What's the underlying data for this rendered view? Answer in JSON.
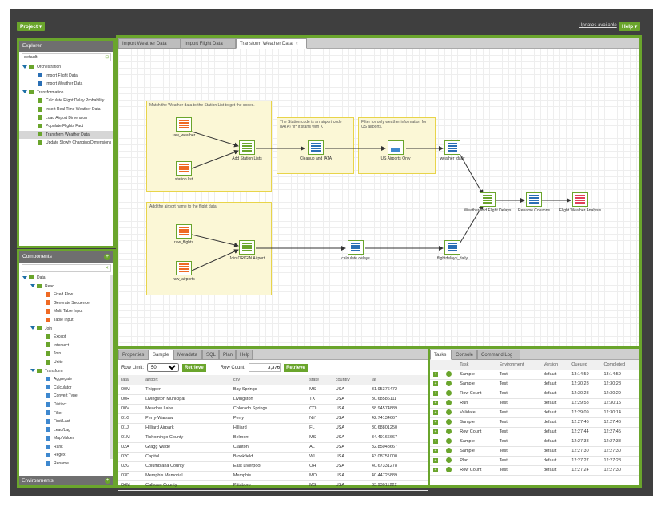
{
  "header": {
    "project": "Project ▾",
    "updates": "Updates available",
    "help": "Help ▾"
  },
  "explorer": {
    "title": "Explorer",
    "filter": "default",
    "items": [
      {
        "label": "Orchestration",
        "depth": 0,
        "kind": "folder"
      },
      {
        "label": "Import Flight Data",
        "depth": 1,
        "kind": "blue"
      },
      {
        "label": "Import Weather Data",
        "depth": 1,
        "kind": "blue"
      },
      {
        "label": "Transformation",
        "depth": 0,
        "kind": "folder"
      },
      {
        "label": "Calculate Flight Delay Probability",
        "depth": 1,
        "kind": "green"
      },
      {
        "label": "Insert Real Time Weather Data",
        "depth": 1,
        "kind": "green"
      },
      {
        "label": "Load Airport Dimension",
        "depth": 1,
        "kind": "green"
      },
      {
        "label": "Populate Flights Fact",
        "depth": 1,
        "kind": "green"
      },
      {
        "label": "Transform Weather Data",
        "depth": 1,
        "kind": "green",
        "selected": true
      },
      {
        "label": "Update Slowly Changing Dimensions",
        "depth": 1,
        "kind": "green"
      }
    ]
  },
  "components": {
    "title": "Components",
    "items": [
      {
        "label": "Data",
        "depth": 0,
        "kind": "folder"
      },
      {
        "label": "Read",
        "depth": 1,
        "kind": "folder"
      },
      {
        "label": "Fixed Flow",
        "depth": 2,
        "kind": "orange"
      },
      {
        "label": "Generate Sequence",
        "depth": 2,
        "kind": "orange"
      },
      {
        "label": "Multi Table Input",
        "depth": 2,
        "kind": "orange"
      },
      {
        "label": "Table Input",
        "depth": 2,
        "kind": "orange"
      },
      {
        "label": "Join",
        "depth": 1,
        "kind": "folder"
      },
      {
        "label": "Except",
        "depth": 2,
        "kind": "green"
      },
      {
        "label": "Intersect",
        "depth": 2,
        "kind": "green"
      },
      {
        "label": "Join",
        "depth": 2,
        "kind": "green"
      },
      {
        "label": "Unite",
        "depth": 2,
        "kind": "green"
      },
      {
        "label": "Transform",
        "depth": 1,
        "kind": "folder"
      },
      {
        "label": "Aggregate",
        "depth": 2,
        "kind": "bluel"
      },
      {
        "label": "Calculator",
        "depth": 2,
        "kind": "bluel"
      },
      {
        "label": "Convert Type",
        "depth": 2,
        "kind": "bluel"
      },
      {
        "label": "Distinct",
        "depth": 2,
        "kind": "bluel"
      },
      {
        "label": "Filter",
        "depth": 2,
        "kind": "bluel"
      },
      {
        "label": "First/Last",
        "depth": 2,
        "kind": "bluel"
      },
      {
        "label": "Lead/Lag",
        "depth": 2,
        "kind": "bluel"
      },
      {
        "label": "Map Values",
        "depth": 2,
        "kind": "bluel"
      },
      {
        "label": "Rank",
        "depth": 2,
        "kind": "bluel"
      },
      {
        "label": "Regex",
        "depth": 2,
        "kind": "bluel"
      },
      {
        "label": "Rename",
        "depth": 2,
        "kind": "bluel"
      }
    ],
    "environments": "Environments"
  },
  "job_tabs": [
    "Import Weather Data",
    "Import Flight Data",
    "Transform Weather Data"
  ],
  "notes": {
    "n1": "Match the Weather data to the Station List to get the codes.",
    "n2": "The Station code is an airport code (IATA) *if* it starts with K",
    "n3": "Filter for only weather information for US airports.",
    "n4": "Add the airport name to the flight data"
  },
  "nodes": {
    "raw_weather": "raw_weather",
    "station_list": "station list",
    "add_station": "Add Station Lists",
    "cleanup": "Cleanup and IATA",
    "us_airports": "US Airports Only",
    "weather_daily": "weather_daily",
    "weather_flight": "Weather and Flight Delays",
    "rename": "Rename Columns",
    "fwa": "Flight Weather Analysis",
    "raw_flights": "raw_flights",
    "raw_airports": "raw_airports",
    "join_origin": "Join ORIGIN Airport",
    "calc_delays": "calculate delays",
    "flightdelays": "flightdelays_daily"
  },
  "bottom_tabs": [
    "Properties",
    "Sample",
    "Metadata",
    "SQL",
    "Plan",
    "Help"
  ],
  "sample": {
    "row_limit_label": "Row Limit:",
    "row_limit": "50",
    "retrieve": "Retrieve",
    "row_count_label": "Row Count:",
    "row_count": "3,376",
    "columns": [
      "iata",
      "airport",
      "city",
      "state",
      "country",
      "lat"
    ],
    "rows": [
      [
        "00M",
        "Thigpen",
        "Bay Springs",
        "MS",
        "USA",
        "31.95376472"
      ],
      [
        "00R",
        "Livingston Municipal",
        "Livingston",
        "TX",
        "USA",
        "30.68586111"
      ],
      [
        "00V",
        "Meadow Lake",
        "Colorado Springs",
        "CO",
        "USA",
        "38.94574889"
      ],
      [
        "01G",
        "Perry-Warsaw",
        "Perry",
        "NY",
        "USA",
        "42.74134667"
      ],
      [
        "01J",
        "Hilliard Airpark",
        "Hilliard",
        "FL",
        "USA",
        "30.68801250"
      ],
      [
        "01M",
        "Tishomingo County",
        "Belmont",
        "MS",
        "USA",
        "34.49166667"
      ],
      [
        "02A",
        "Gragg Wade",
        "Clanton",
        "AL",
        "USA",
        "32.85048667"
      ],
      [
        "02C",
        "Capitol",
        "Brookfield",
        "WI",
        "USA",
        "43.08751000"
      ],
      [
        "02G",
        "Columbiana County",
        "East Liverpool",
        "OH",
        "USA",
        "40.67331278"
      ],
      [
        "03D",
        "Memphis Memorial",
        "Memphis",
        "MO",
        "USA",
        "40.44725889"
      ],
      [
        "04M",
        "Calhoun County",
        "Pittsboro",
        "MS",
        "USA",
        "33.93011222"
      ]
    ]
  },
  "task_tabs": [
    "Tasks",
    "Console",
    "Command Log"
  ],
  "tasks": {
    "columns": [
      "Task",
      "Environment",
      "Version",
      "Queued",
      "Completed"
    ],
    "rows": [
      [
        "Sample",
        "Test",
        "default",
        "13:14:59",
        "13:14:59"
      ],
      [
        "Sample",
        "Test",
        "default",
        "12:30:28",
        "12:30:28"
      ],
      [
        "Row Count",
        "Test",
        "default",
        "12:30:28",
        "12:30:29"
      ],
      [
        "Run",
        "Test",
        "default",
        "12:29:58",
        "12:30:15"
      ],
      [
        "Validate",
        "Test",
        "default",
        "12:29:09",
        "12:30:14"
      ],
      [
        "Sample",
        "Test",
        "default",
        "12:27:46",
        "12:27:46"
      ],
      [
        "Row Count",
        "Test",
        "default",
        "12:27:44",
        "12:27:45"
      ],
      [
        "Sample",
        "Test",
        "default",
        "12:27:38",
        "12:27:38"
      ],
      [
        "Sample",
        "Test",
        "default",
        "12:27:30",
        "12:27:30"
      ],
      [
        "Plan",
        "Test",
        "default",
        "12:27:27",
        "12:27:28"
      ],
      [
        "Row Count",
        "Test",
        "default",
        "12:27:24",
        "12:27:30"
      ]
    ]
  }
}
